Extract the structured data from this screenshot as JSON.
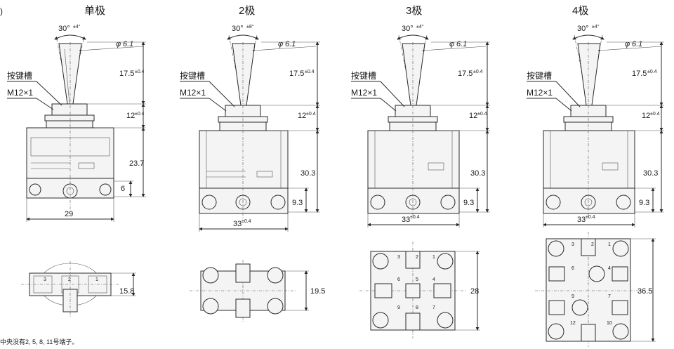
{
  "labels": {
    "corner": ")",
    "keyway": "按键槽",
    "thread": "M12×1",
    "note": "中央没有2, 5, 8, 11号端子。"
  },
  "titles": [
    "单极",
    "2极",
    "3极",
    "4极"
  ],
  "angle_tol": [
    "±4°",
    "±8°",
    "±4°",
    "±4°"
  ],
  "common_dims": {
    "angle": "30°",
    "diameter": "6.1",
    "lever_height": "17.5",
    "lever_tol": "±0.4",
    "bushing": "12",
    "bushing_tol": "±0.4"
  },
  "body_height": [
    "23.7",
    "30.3",
    "30.3",
    "30.3"
  ],
  "terminal_height": [
    "6",
    "9.3",
    "9.3",
    "9.3"
  ],
  "width": [
    "29",
    "33",
    "33",
    "33"
  ],
  "width_tol": [
    "",
    "±0.4",
    "±0.4",
    "±0.4"
  ],
  "bottom_dim": [
    "15.8",
    "19.5",
    "28",
    "36.5"
  ],
  "terminal_numbers": {
    "single": [
      "3",
      "2",
      "1"
    ],
    "three": [
      "3",
      "2",
      "1",
      "6",
      "5",
      "4",
      "9",
      "8",
      "7"
    ],
    "four": [
      "3",
      "2",
      "1",
      "6",
      "4",
      "9",
      "7",
      "12",
      "10"
    ]
  }
}
